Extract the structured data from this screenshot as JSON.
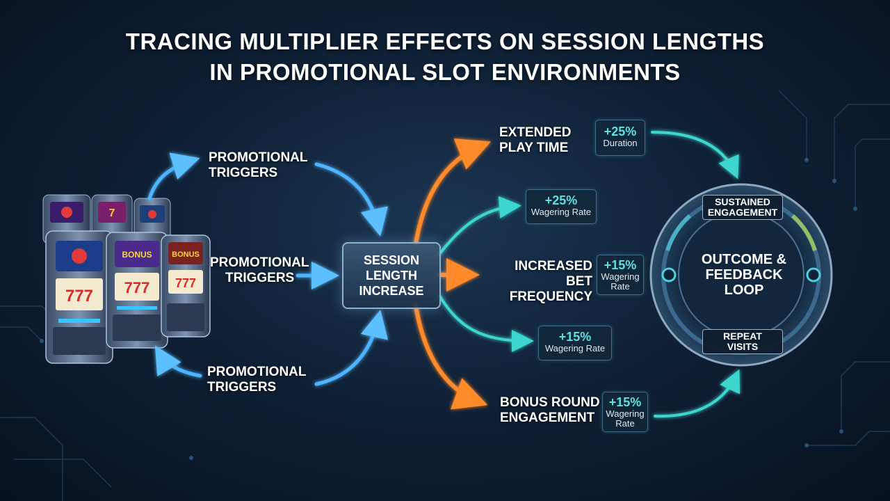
{
  "title": {
    "line1": "TRACING MULTIPLIER EFFECTS ON SESSION LENGTHS",
    "line2": "IN PROMOTIONAL SLOT ENVIRONMENTS"
  },
  "triggers": [
    {
      "line1": "PROMOTIONAL",
      "line2": "TRIGGERS"
    },
    {
      "line1": "PROMOTIONAL",
      "line2": "TRIGGERS"
    },
    {
      "line1": "PROMOTIONAL",
      "line2": "TRIGGERS"
    }
  ],
  "center": {
    "line1": "SESSION",
    "line2": "LENGTH",
    "line3": "INCREASE"
  },
  "outcomes": {
    "extended": {
      "line1": "EXTENDED",
      "line2": "PLAY TIME"
    },
    "bet": {
      "line1": "INCREASED",
      "line2": "BET FREQUENCY"
    },
    "bonus": {
      "line1": "BONUS ROUND",
      "line2": "ENGAGEMENT"
    }
  },
  "stats": {
    "duration": {
      "value": "+25%",
      "label": "Duration"
    },
    "wager_top": {
      "value": "+25%",
      "label": "Wagering Rate"
    },
    "bet": {
      "value": "+15%",
      "label1": "Wagering",
      "label2": "Rate"
    },
    "wager_mid": {
      "value": "+15%",
      "label": "Wagering Rate"
    },
    "bonus": {
      "value": "+15%",
      "label1": "Wagering",
      "label2": "Rate"
    }
  },
  "loop": {
    "top": {
      "line1": "SUSTAINED",
      "line2": "ENGAGEMENT"
    },
    "hub": {
      "line1": "OUTCOME &",
      "line2": "FEEDBACK",
      "line3": "LOOP"
    },
    "bottom": {
      "line1": "REPEAT",
      "line2": "VISITS"
    }
  },
  "colors": {
    "blue_arrow": "#4fb4ff",
    "orange_arrow": "#ff8a2a",
    "teal_arrow": "#3ed6cf",
    "stat_value": "#5fe0dc"
  }
}
